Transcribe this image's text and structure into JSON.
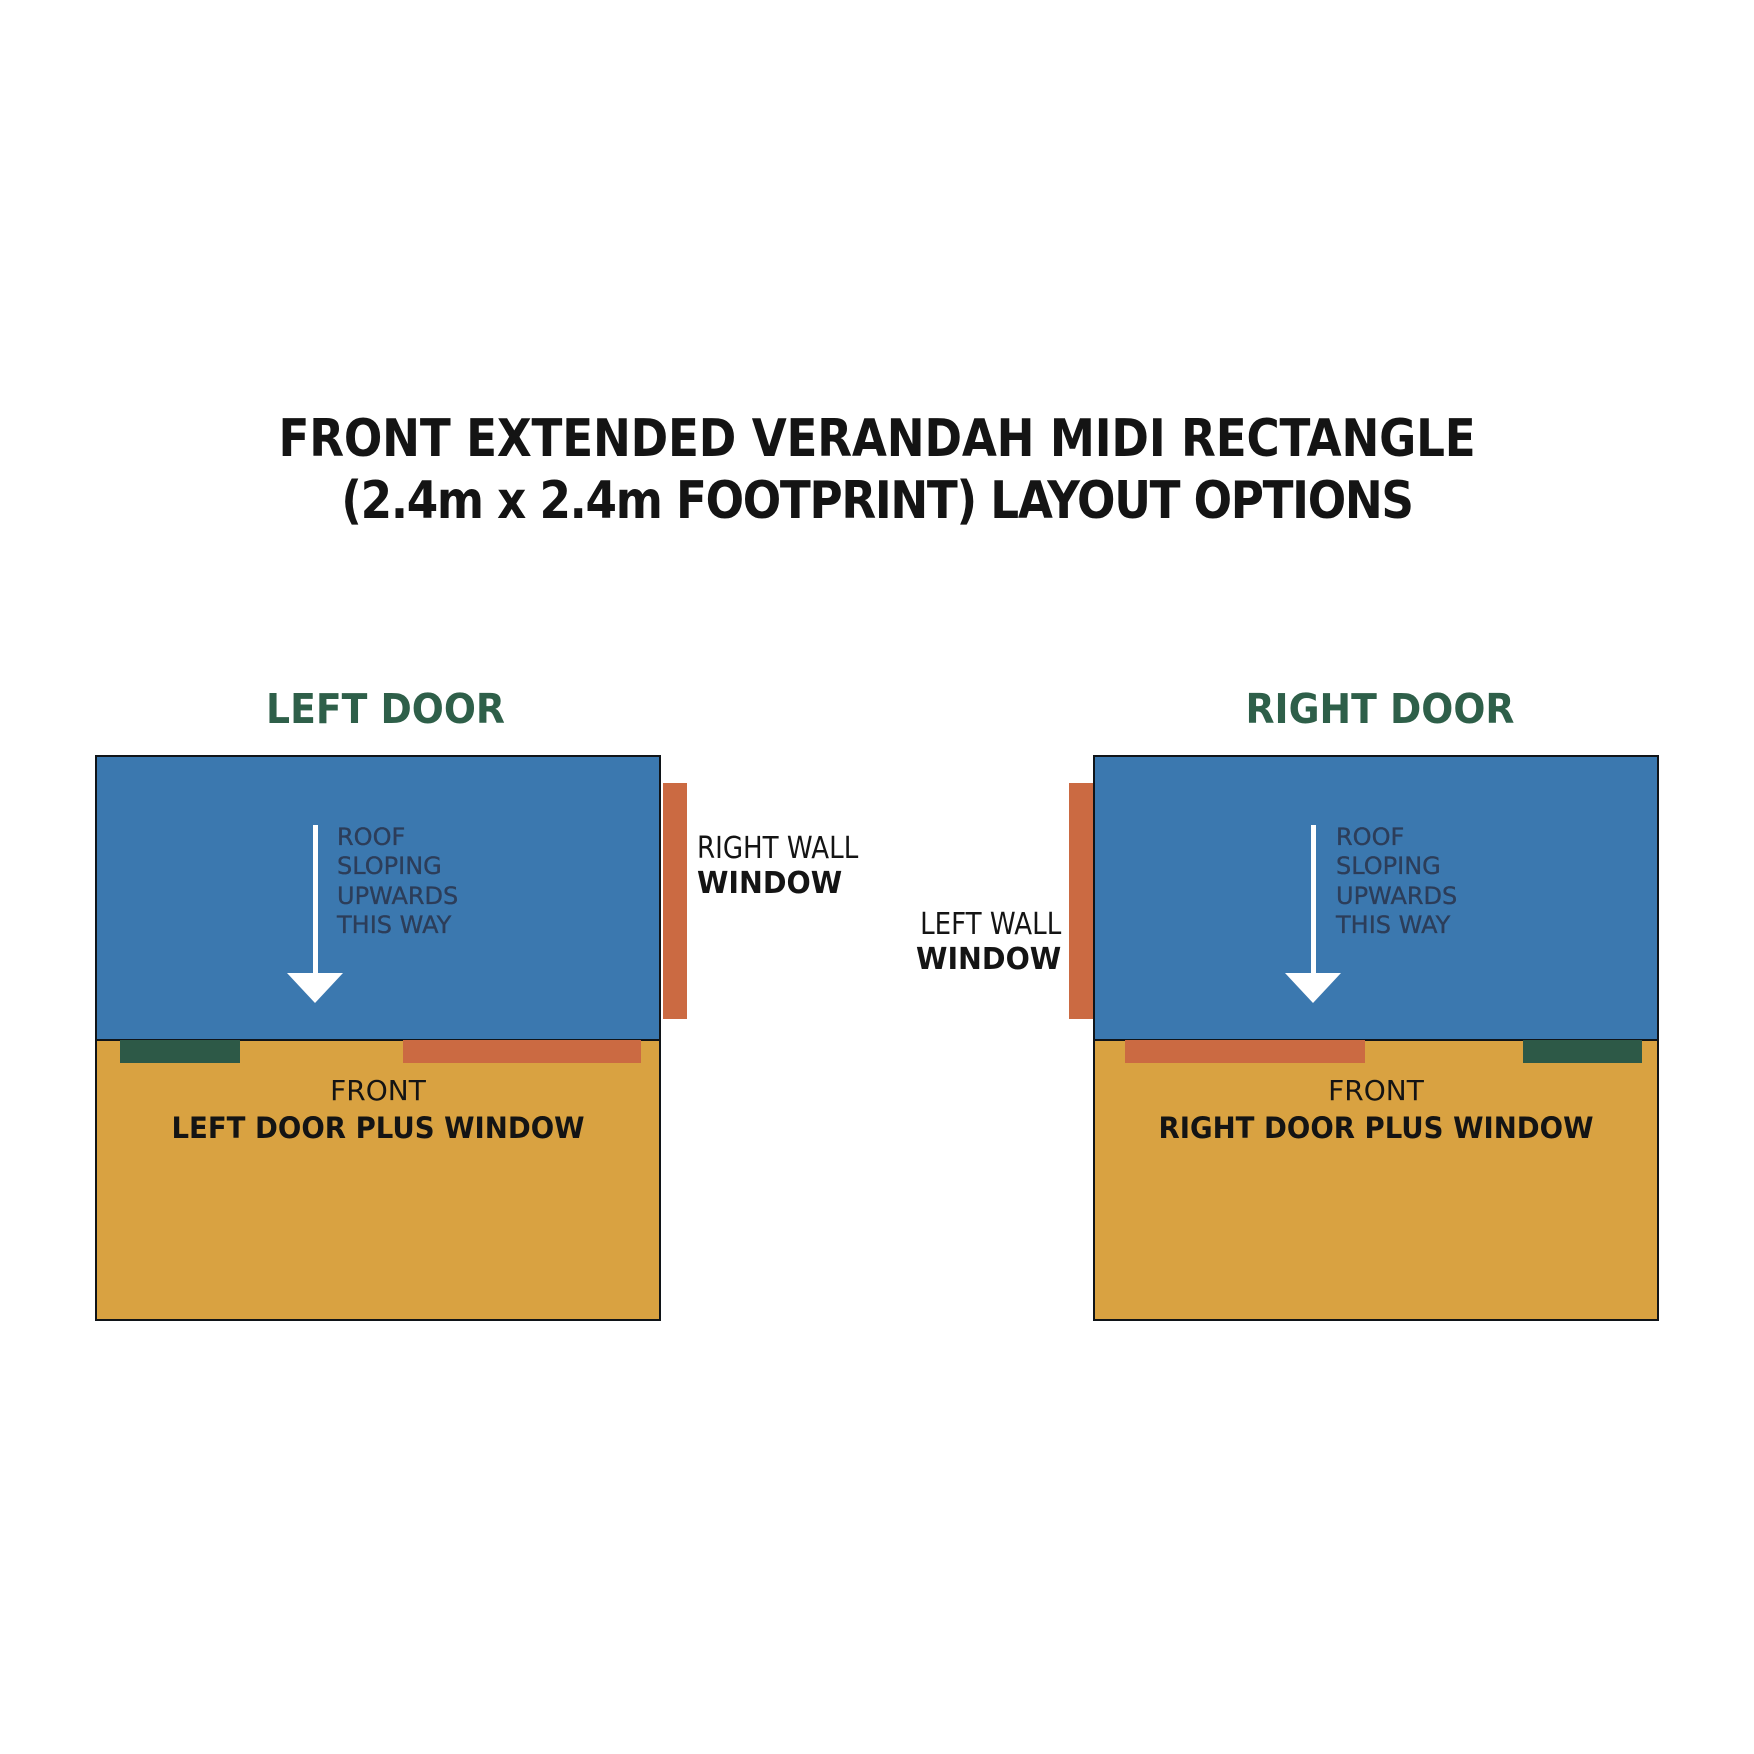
{
  "title": {
    "line1": "FRONT EXTENDED VERANDAH MIDI RECTANGLE",
    "line2": "(2.4m x 2.4m FOOTPRINT) LAYOUT OPTIONS"
  },
  "colors": {
    "blue": "#3b78af",
    "yellow": "#d9a241",
    "orange": "#cb6a42",
    "green": "#2d5947",
    "green_title": "#2e5f49",
    "navy": "#2c3d59",
    "black": "#141414"
  },
  "diagrams": {
    "left": {
      "heading": "LEFT DOOR",
      "roof_label": "ROOF\nSLOPING\nUPWARDS\nTHIS WAY",
      "wall_label_line1": "RIGHT WALL",
      "wall_label_line2": "WINDOW",
      "front_label_line1": "FRONT",
      "front_label_line2": "LEFT DOOR PLUS WINDOW"
    },
    "right": {
      "heading": "RIGHT DOOR",
      "roof_label": "ROOF\nSLOPING\nUPWARDS\nTHIS WAY",
      "wall_label_line1": "LEFT WALL",
      "wall_label_line2": "WINDOW",
      "front_label_line1": "FRONT",
      "front_label_line2": "RIGHT DOOR PLUS WINDOW"
    }
  }
}
